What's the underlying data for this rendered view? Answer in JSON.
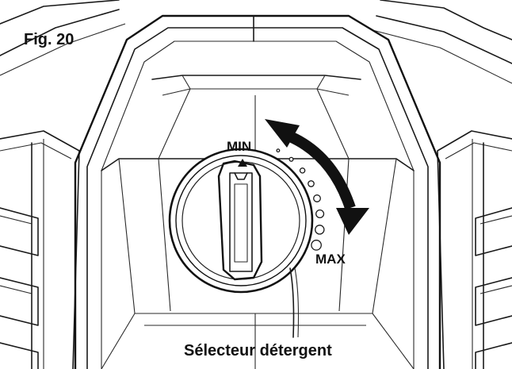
{
  "figure": {
    "label": "Fig. 20"
  },
  "dial": {
    "min_label": "MIN",
    "max_label": "MAX",
    "callout_label": "Sélecteur détergent",
    "indicator_dot_count": 8
  },
  "colors": {
    "ink": "#111111",
    "background": "#ffffff"
  },
  "icons": {
    "rotation_arrow": "double-headed-curved-arrow-icon"
  }
}
